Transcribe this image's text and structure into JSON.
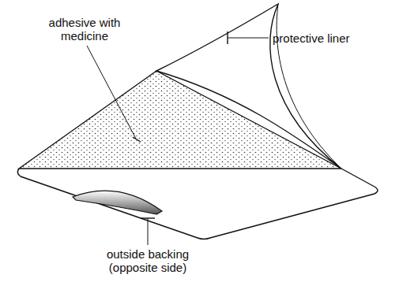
{
  "diagram": {
    "labels": [
      "adhesive with medicine",
      "protective liner",
      "outside backing (opposite side)"
    ]
  }
}
